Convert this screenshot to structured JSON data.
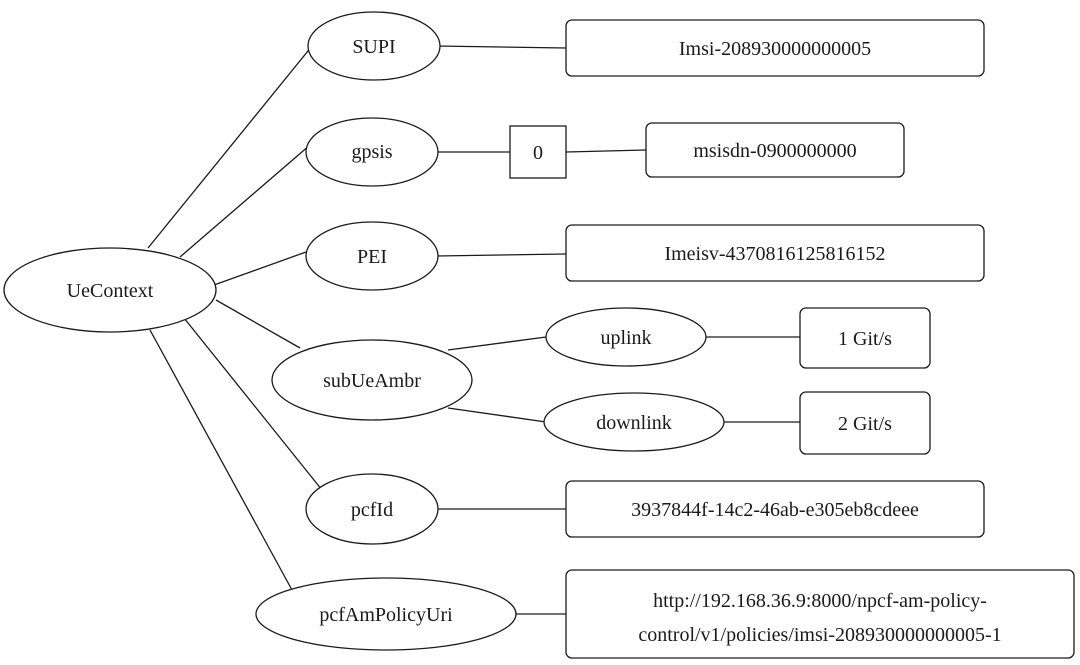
{
  "nodes": {
    "uecontext": "UeContext",
    "supi": "SUPI",
    "supi_value": "Imsi-208930000000005",
    "gpsis": "gpsis",
    "gpsis_index": "0",
    "gpsis_value": "msisdn-0900000000",
    "pei": "PEI",
    "pei_value": "Imeisv-4370816125816152",
    "sububeambr": "subUeAmbr",
    "uplink": "uplink",
    "uplink_value": "1 Git/s",
    "downlink": "downlink",
    "downlink_value": "2 Git/s",
    "pcfid": "pcfId",
    "pcfid_value": "3937844f-14c2-46ab-e305eb8cdeee",
    "pcfampolicyuri": "pcfAmPolicyUri",
    "pcfampolicyuri_value_line1": "http://192.168.36.9:8000/npcf-am-policy-",
    "pcfampolicyuri_value_line2": "control/v1/policies/imsi-208930000000005-1"
  }
}
